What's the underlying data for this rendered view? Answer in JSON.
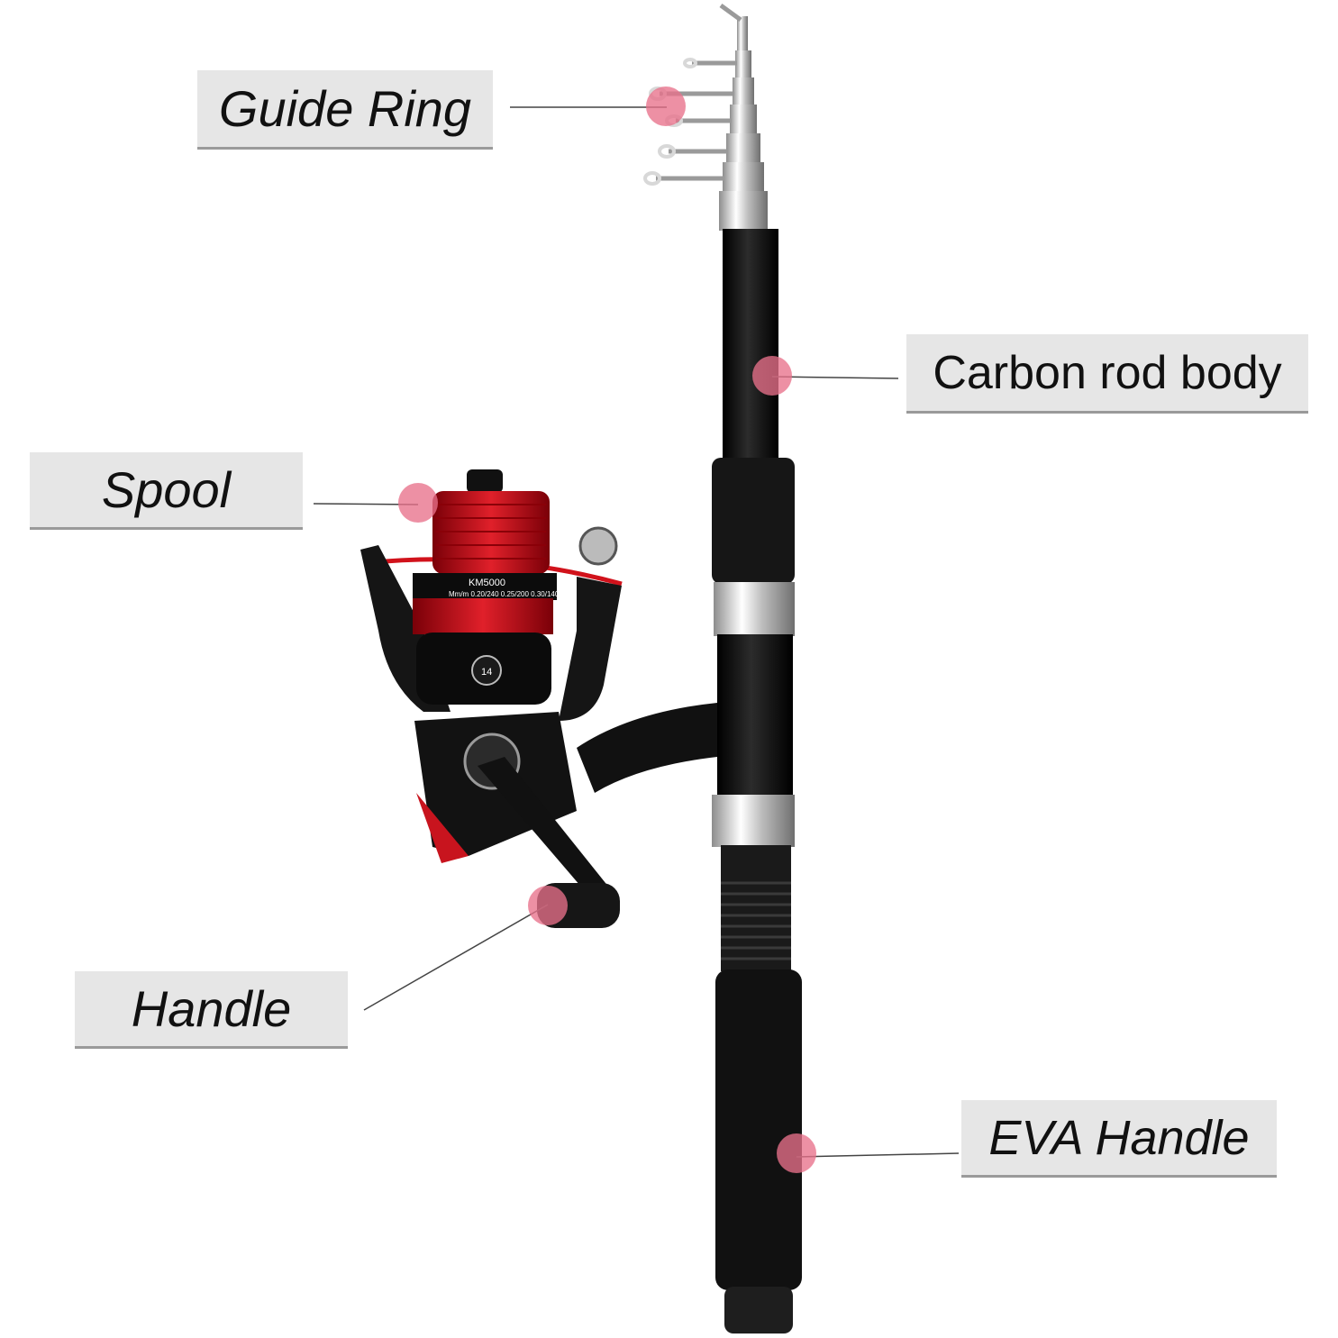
{
  "labels": {
    "guide_ring": "Guide Ring",
    "carbon_rod_body": "Carbon rod body",
    "spool": "Spool",
    "handle": "Handle",
    "eva_handle": "EVA Handle"
  },
  "reel": {
    "model_text": "KM5000",
    "line_spec": "Mm/m 0.20/240 0.25/200 0.30/140",
    "badge": "14"
  },
  "colors": {
    "marker": "#e8718a",
    "reel_red": "#c8141e",
    "rod_black": "#0e0e0e",
    "chrome": "#c9c9c9",
    "label_bg": "#e6e6e6"
  },
  "icons": [
    "fishing-rod-icon",
    "spinning-reel-icon"
  ]
}
